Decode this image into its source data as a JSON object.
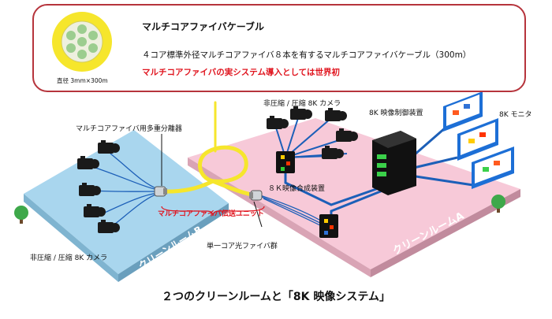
{
  "cable_box": {
    "title": "マルチコアファイバケーブル",
    "description": "４コア標準外径マルチコアファイバ８本を有するマルチコアファイバケーブル（300m）",
    "highlight": "マルチコアファイバの実システム導入としては世界初",
    "cross_section_label": "直径 3mm×300m"
  },
  "labels": {
    "demux": "マルチコアファイバ用多重分離器",
    "cameras_top": "非圧縮 / 圧縮 8K カメラ",
    "controller": "8K 映像制御装置",
    "monitor": "8K モニタ",
    "combiner": "８Ｋ映像合成装置",
    "transmission_unit": "マルチコアファイバ伝送ユニット",
    "fiber_group": "単一コア光ファイバ群",
    "cameras_left": "非圧縮 / 圧縮 8K カメラ",
    "room_a": "クリーンルームA",
    "room_b": "クリーンルームB"
  },
  "caption": "２つのクリーンルームと「8K 映像システム」",
  "colors": {
    "accent_red": "#e0141e",
    "room_a": "#f7c9d8",
    "room_b": "#a9d6ee",
    "cable_yellow": "#f6e62c",
    "fiber_blue": "#1c5fb8",
    "border_red": "#b6343c"
  }
}
